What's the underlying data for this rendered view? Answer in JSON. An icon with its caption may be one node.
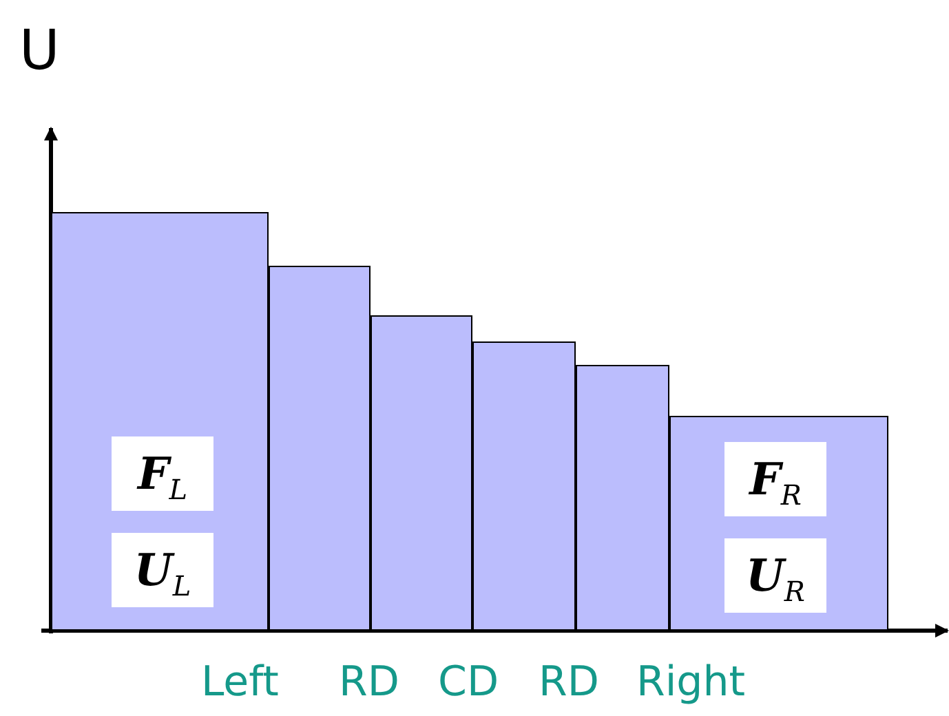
{
  "diagram": {
    "nodes": [
      {
        "text": [
          "**F**$_{L}$",
          "**U**$_{L}$"
        ]
      },
      {
        "text": [],
        "shape": "bar"
      },
      {
        "text": [],
        "shape": "bar"
      },
      {
        "text": [],
        "shape": "bar"
      },
      {
        "text": [],
        "shape": "bar"
      },
      {
        "text": [
          "**F**$_{R}$",
          "**U**$_{R}$"
        ]
      }
    ],
    "labels": [
      "U",
      "Left",
      "RD",
      "CD",
      "RD",
      "Right"
    ]
  }
}
